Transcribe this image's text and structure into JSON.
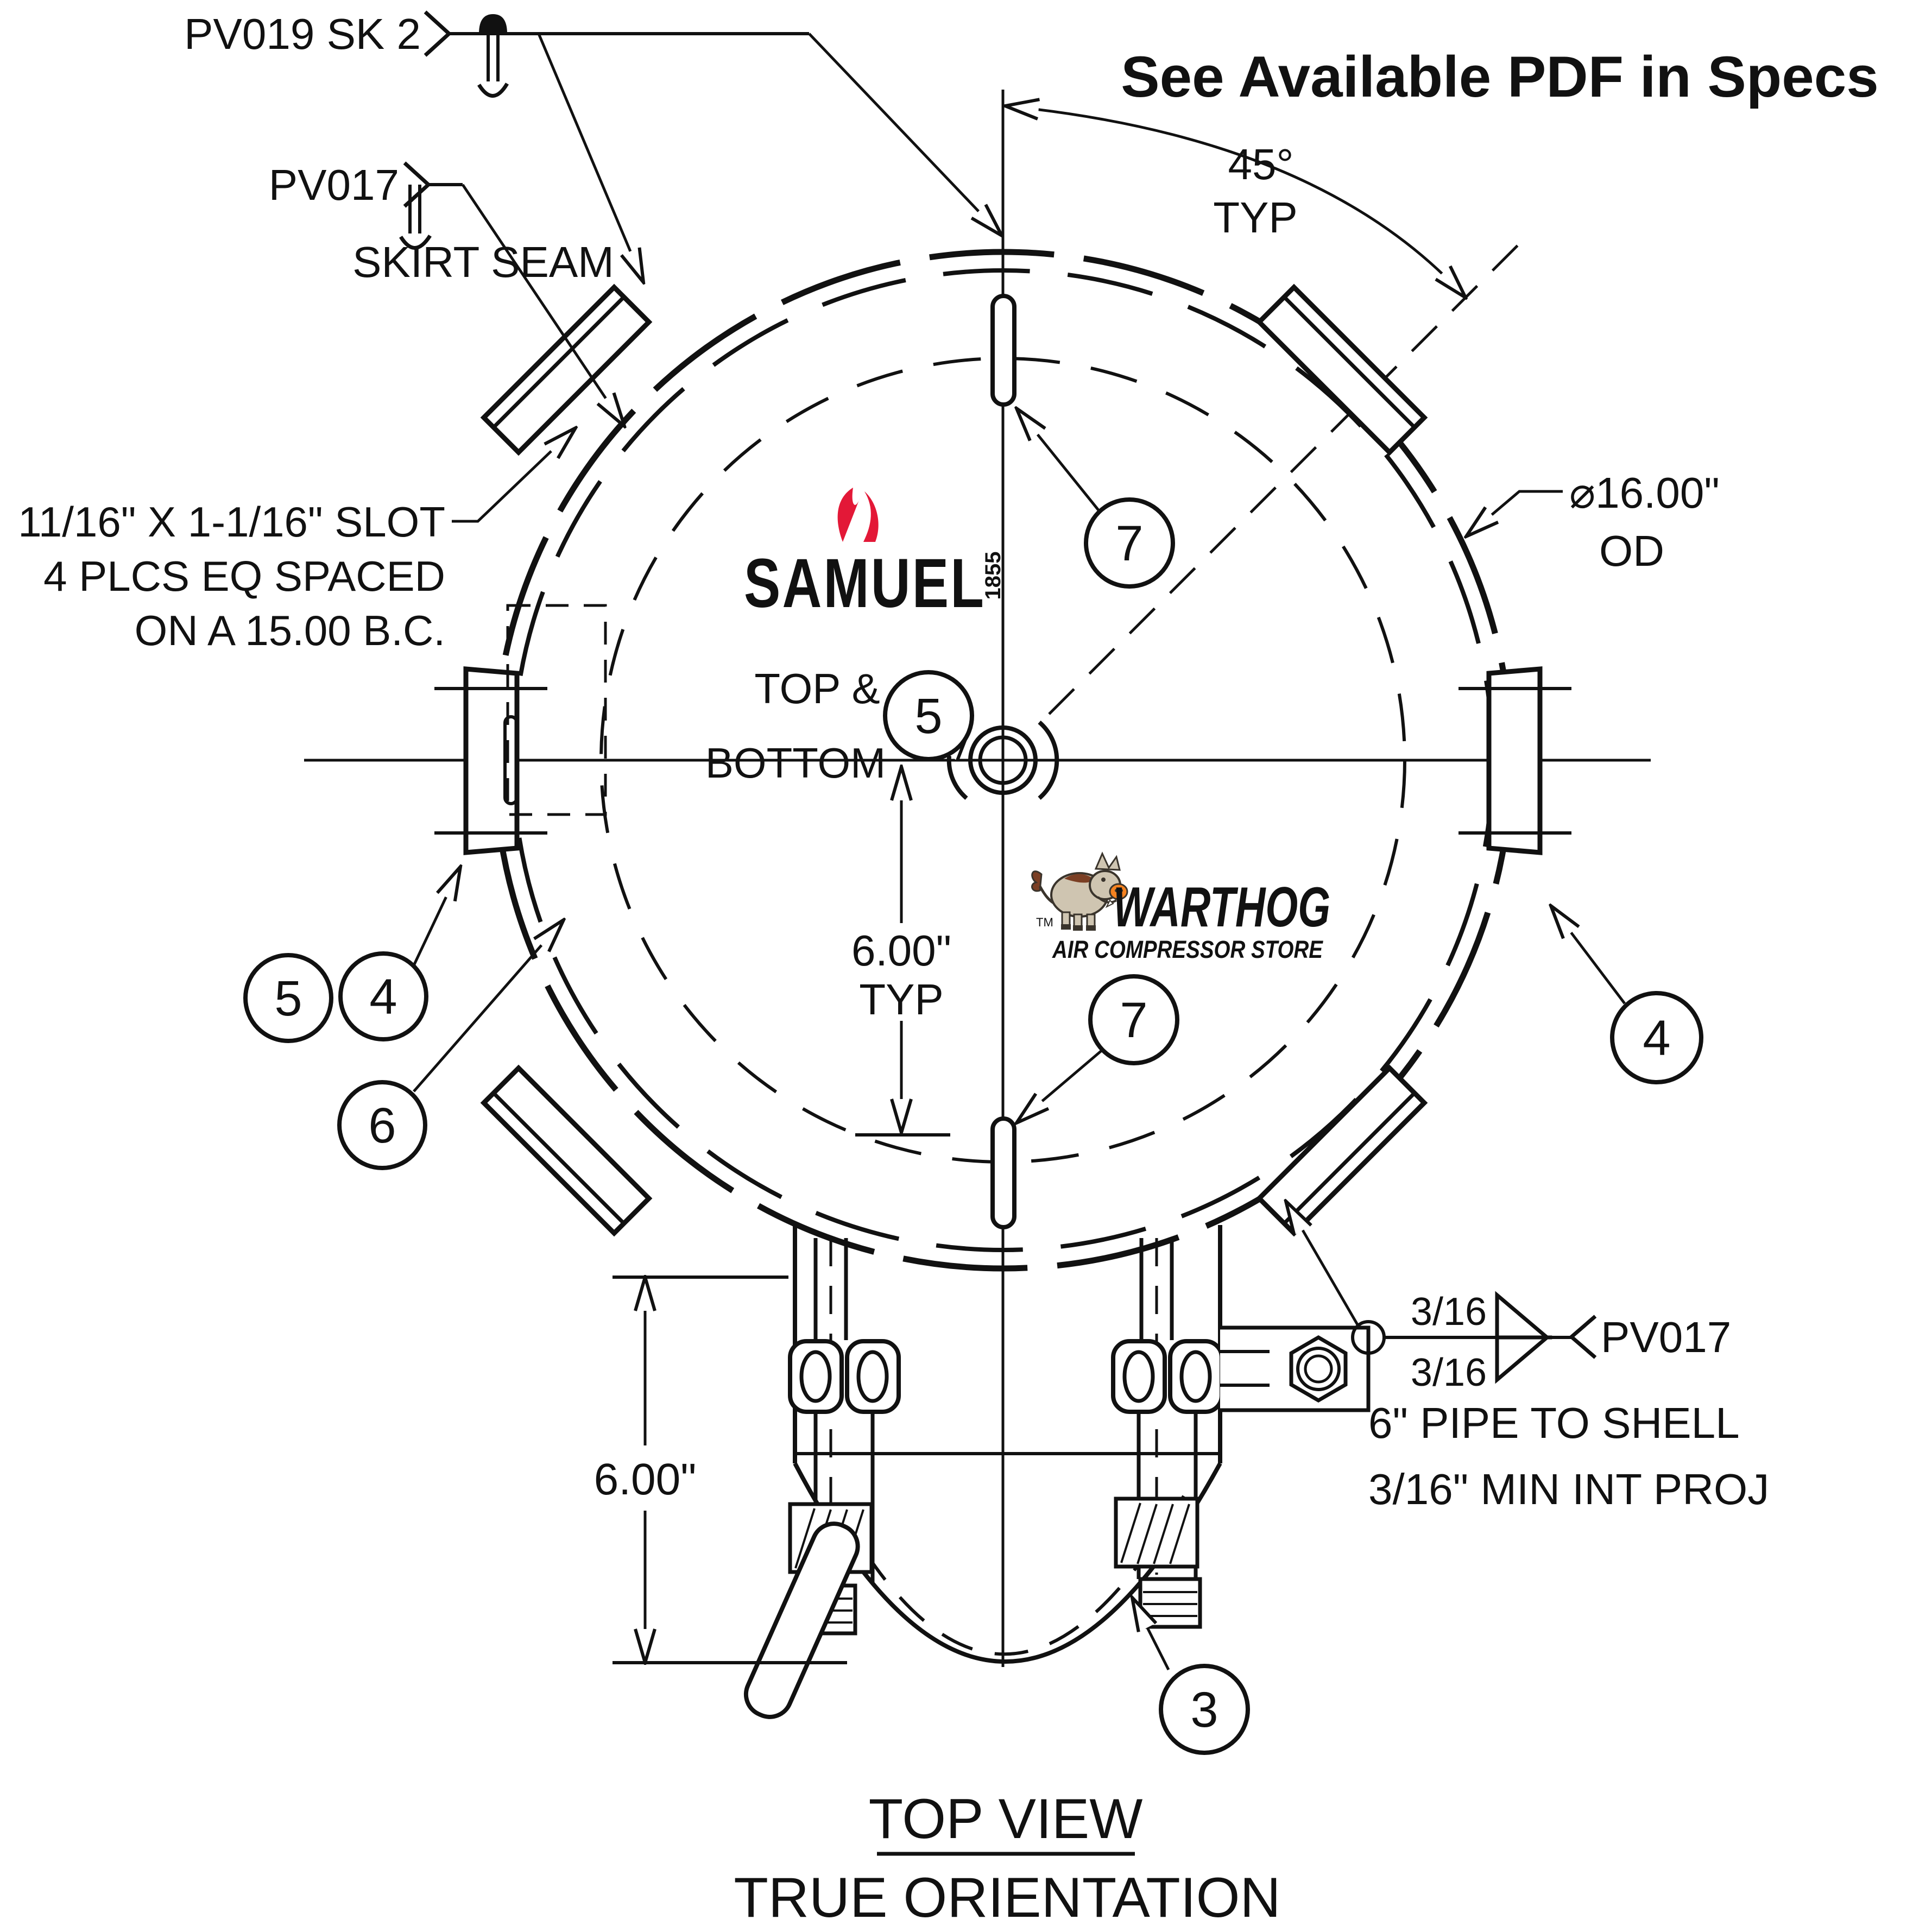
{
  "drawing": {
    "spec_note": "See Available PDF in Specs",
    "view_title": "TOP VIEW",
    "view_subtitle": "TRUE ORIENTATION",
    "callouts": {
      "pv019": "PV019 SK 2",
      "pv017_left": "PV017",
      "skirt_seam": "SKIRT SEAM",
      "slot_note_line1": "11/16\" X 1-1/16\" SLOT",
      "slot_note_line2": "4 PLCS EQ SPACED",
      "slot_note_line3": "ON A 15.00 B.C.",
      "angle_value": "45°",
      "angle_typ": "TYP",
      "od_value": "⌀16.00\"",
      "od_label": "OD",
      "center_dim_value": "6.00\"",
      "center_dim_typ": "TYP",
      "skirt_height_value": "6.00\"",
      "weld_size_top": "3/16",
      "weld_size_bottom": "3/16",
      "pv017_right": "PV017",
      "pipe_note_line1": "6\" PIPE TO SHELL",
      "pipe_note_line2": "3/16\" MIN INT PROJ",
      "top_bottom_line1": "TOP &",
      "top_bottom_line2": "BOTTOM"
    },
    "balloons": {
      "b3": "3",
      "b4_left": "4",
      "b4_right": "4",
      "b5_center": "5",
      "b5_left": "5",
      "b6": "6",
      "b7_top": "7",
      "b7_bottom": "7"
    },
    "logos": {
      "samuel_name": "SAMUEL",
      "samuel_year": "1855",
      "warthog_name": "WARTHOG",
      "warthog_tagline": "AIR COMPRESSOR STORE",
      "warthog_tm": "TM"
    },
    "colors": {
      "line": "#111111",
      "samuel_red": "#E31837",
      "warthog_orange": "#F58220",
      "warthog_dark": "#231F20"
    }
  }
}
